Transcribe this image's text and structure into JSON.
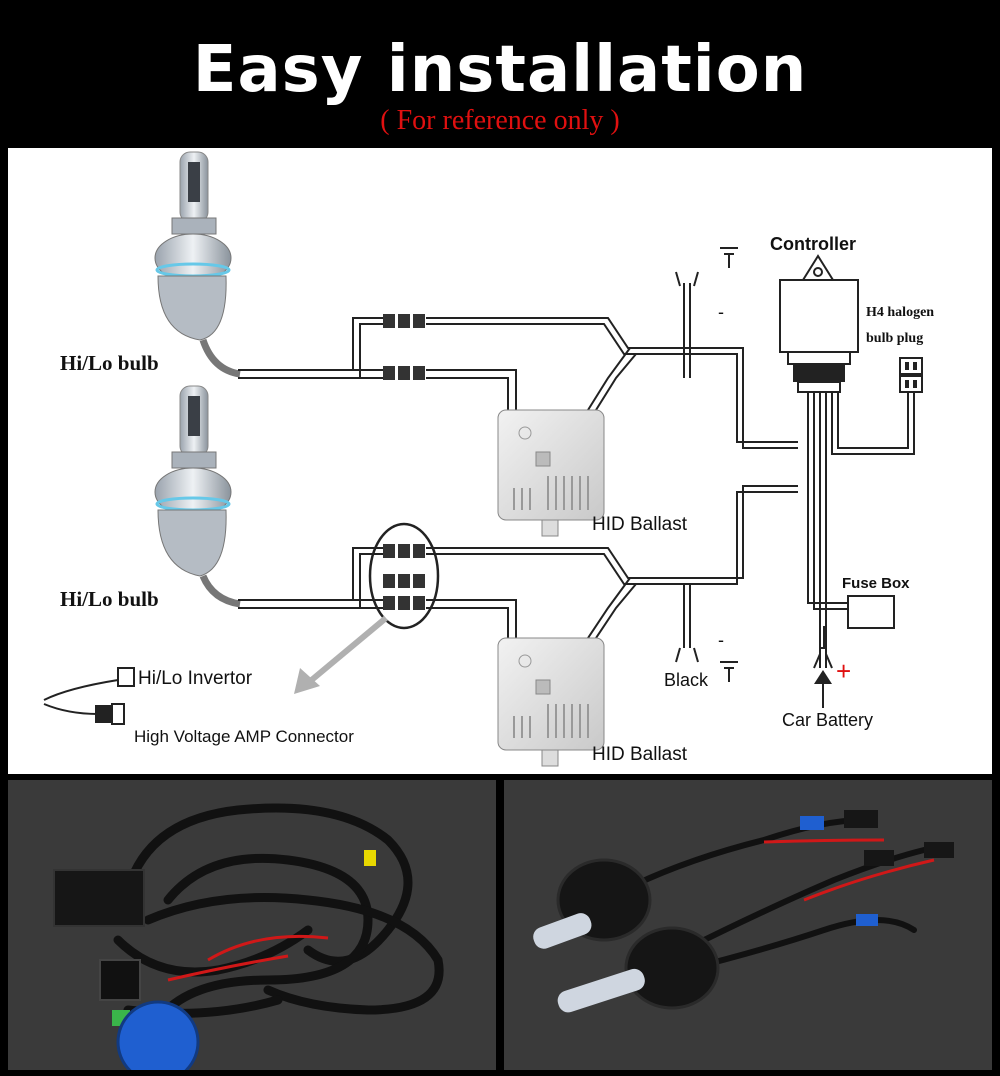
{
  "header": {
    "title": "Easy installation",
    "subtitle": "( For reference only )"
  },
  "diagram": {
    "labels": {
      "controller": "Controller",
      "h4_line1": "H4 halogen",
      "h4_line2": "bulb plug",
      "hilo_bulb_top": "Hi/Lo bulb",
      "hilo_bulb_bottom": "Hi/Lo bulb",
      "hid_ballast_top": "HID Ballast",
      "hid_ballast_bottom": "HID Ballast",
      "fuse_box": "Fuse Box",
      "car_battery": "Car Battery",
      "black": "Black",
      "hilo_invertor": "Hi/Lo Invertor",
      "hv_amp_connector": "High Voltage AMP Connector",
      "minus": "-",
      "plus": "+"
    },
    "colors": {
      "wire": "#222222",
      "arrow": "#b0b0b0",
      "plus": "#e01010",
      "bulb_glass": "#cfd6e0",
      "bulb_ring": "#66c8e8"
    }
  },
  "photos": {
    "colors": {
      "background": "#3a3a3a",
      "cable": "#111111",
      "red_wire": "#d01818",
      "blue_plug": "#1f5fd0",
      "yellow_tape": "#e8d800",
      "green_fuse": "#3ab54a"
    }
  }
}
